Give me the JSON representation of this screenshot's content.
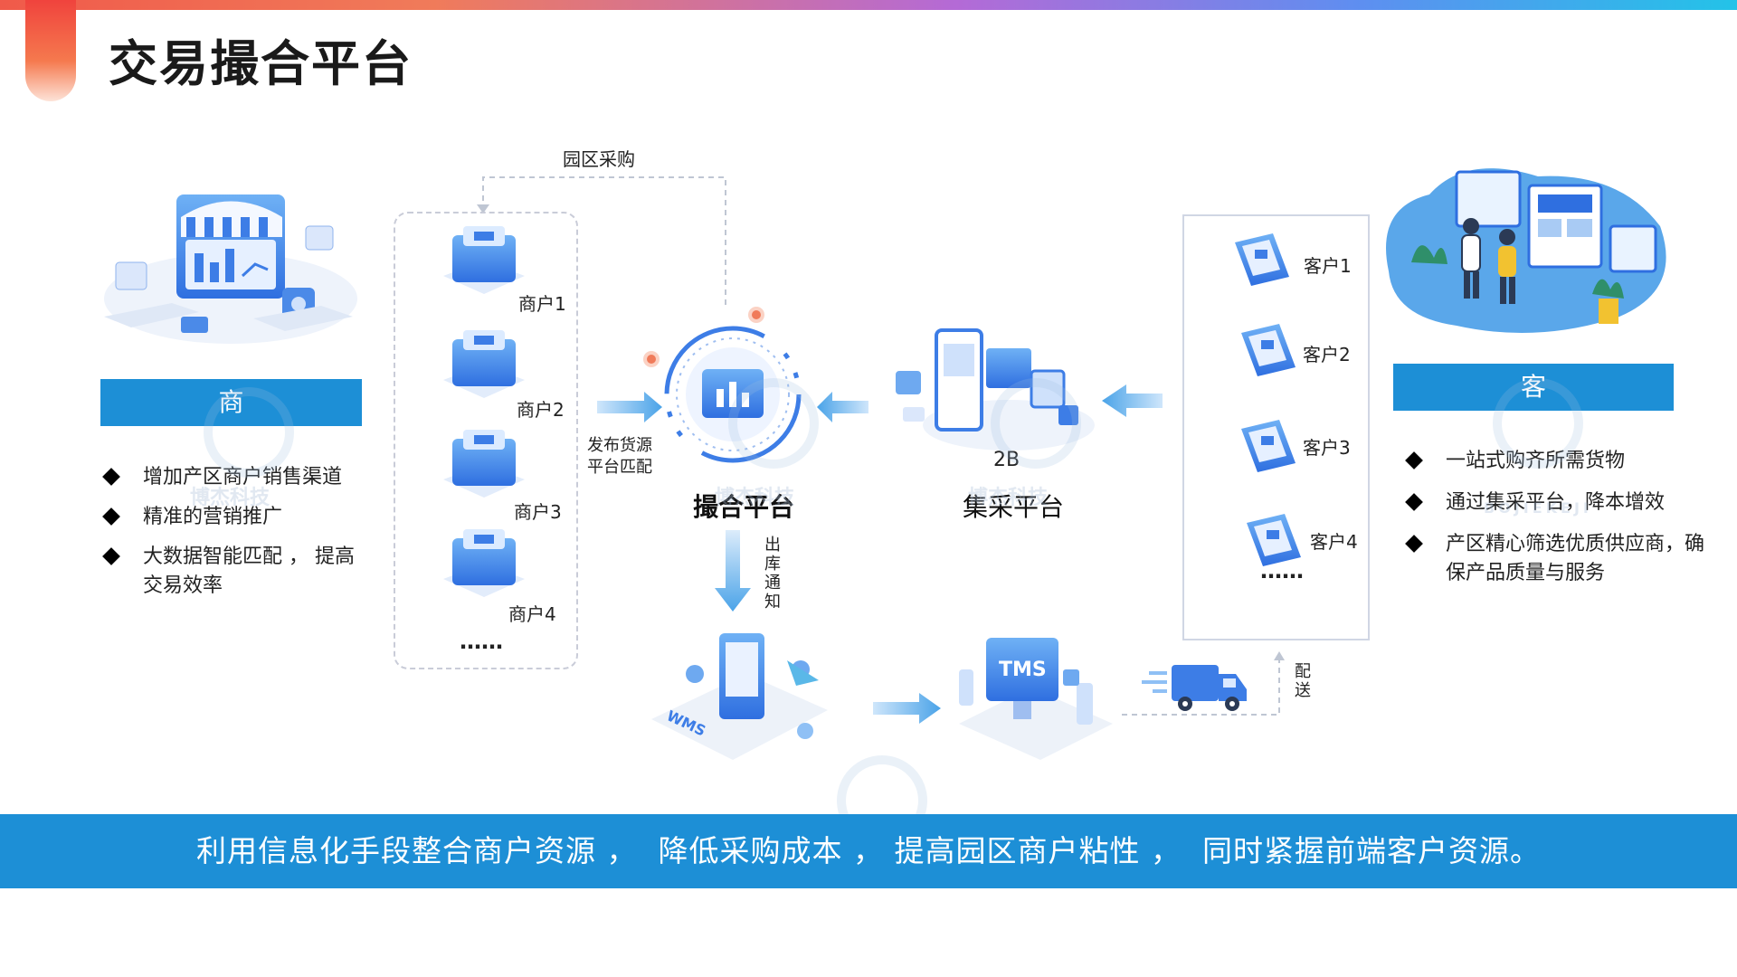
{
  "page": {
    "title": "交易撮合平台"
  },
  "left_panel": {
    "header": "商",
    "bullets": [
      "增加产区商户销售渠道",
      "精准的营销推广",
      "大数据智能匹配 ， 提高交易效率"
    ]
  },
  "right_panel": {
    "header": "客",
    "bullets": [
      "一站式购齐所需货物",
      "通过集采平台，降本增效",
      "产区精心筛选优质供应商，确保产品质量与服务"
    ]
  },
  "merchants": {
    "items": [
      "商户1",
      "商户2",
      "商户3",
      "商户4"
    ],
    "more": "……"
  },
  "customers": {
    "items": [
      "客户1",
      "客户2",
      "客户3",
      "客户4"
    ],
    "more": "……"
  },
  "flow": {
    "park_purchase": "园区采购",
    "publish_match": [
      "发布货源",
      "平台匹配"
    ],
    "matching_platform": "撮合平台",
    "tag_2b": "2B",
    "procurement_platform": "集采平台",
    "outbound_notice": "出库通知",
    "delivery": "配送",
    "wms": "WMS",
    "tms": "TMS"
  },
  "watermark": {
    "cn": "博杰科技",
    "en": "BOJIEKEJI"
  },
  "footer": {
    "text": "利用信息化手段整合商户资源 ，  降低采购成本 ， 提高园区商户粘性 ，  同时紧握前端客户资源。"
  },
  "colors": {
    "accent_blue": "#1d8fd6",
    "icon_blue": "#3d7de6",
    "dot_orange": "#f07b5a"
  }
}
